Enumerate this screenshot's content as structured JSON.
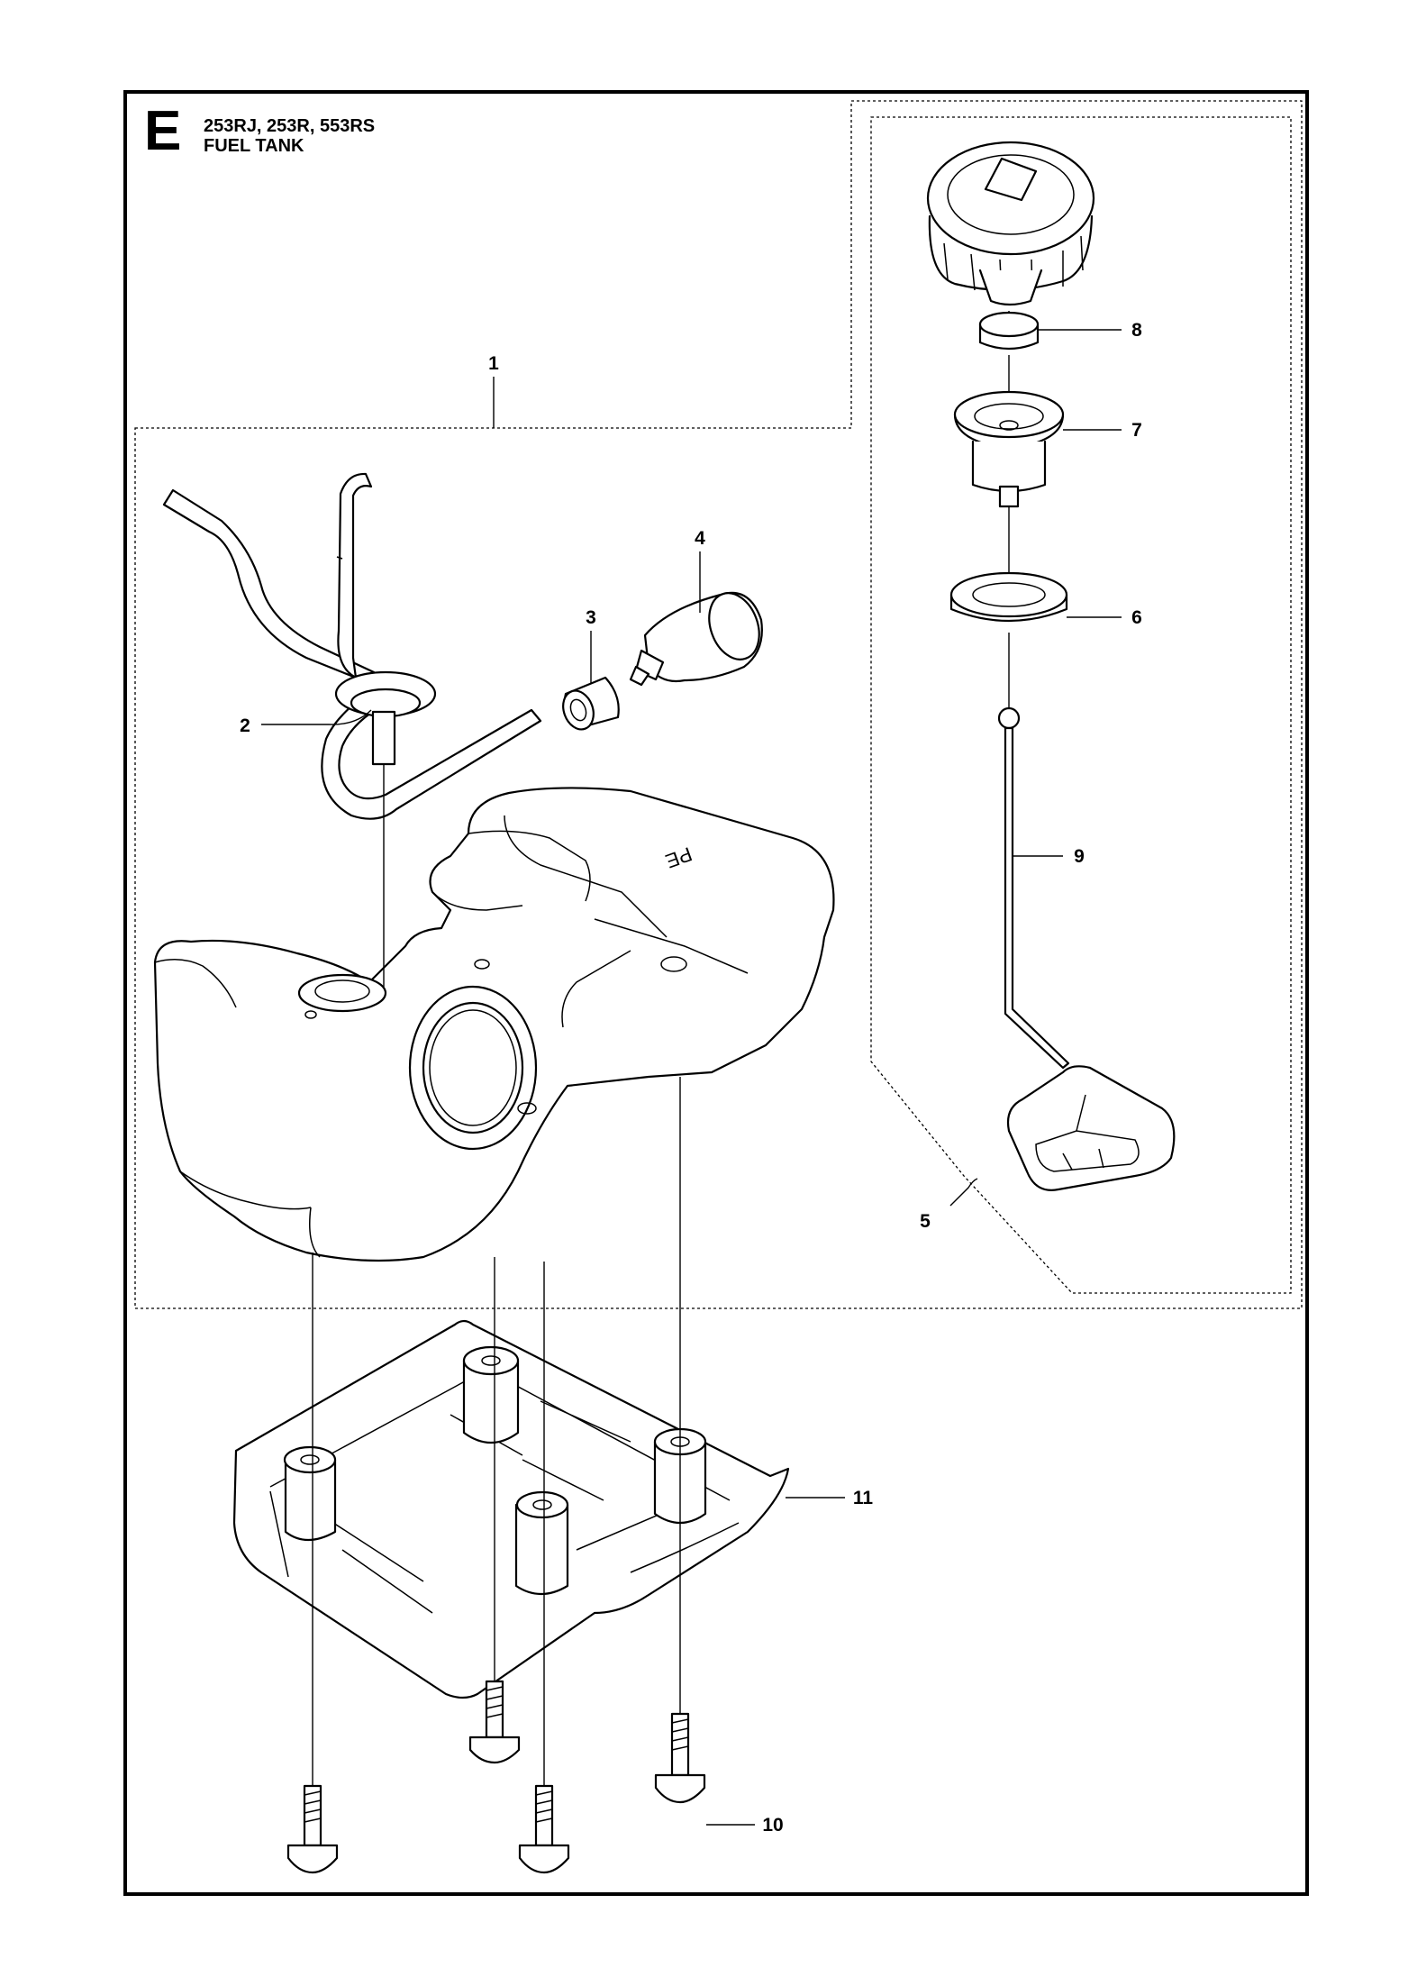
{
  "header": {
    "section_letter": "E",
    "models": "253RJ, 253R, 553RS",
    "title": "FUEL TANK"
  },
  "callouts": [
    "1",
    "2",
    "3",
    "4",
    "5",
    "6",
    "7",
    "8",
    "9",
    "10",
    "11"
  ],
  "tank_marking": "PE",
  "colors": {
    "line": "#000000",
    "background": "#ffffff"
  }
}
